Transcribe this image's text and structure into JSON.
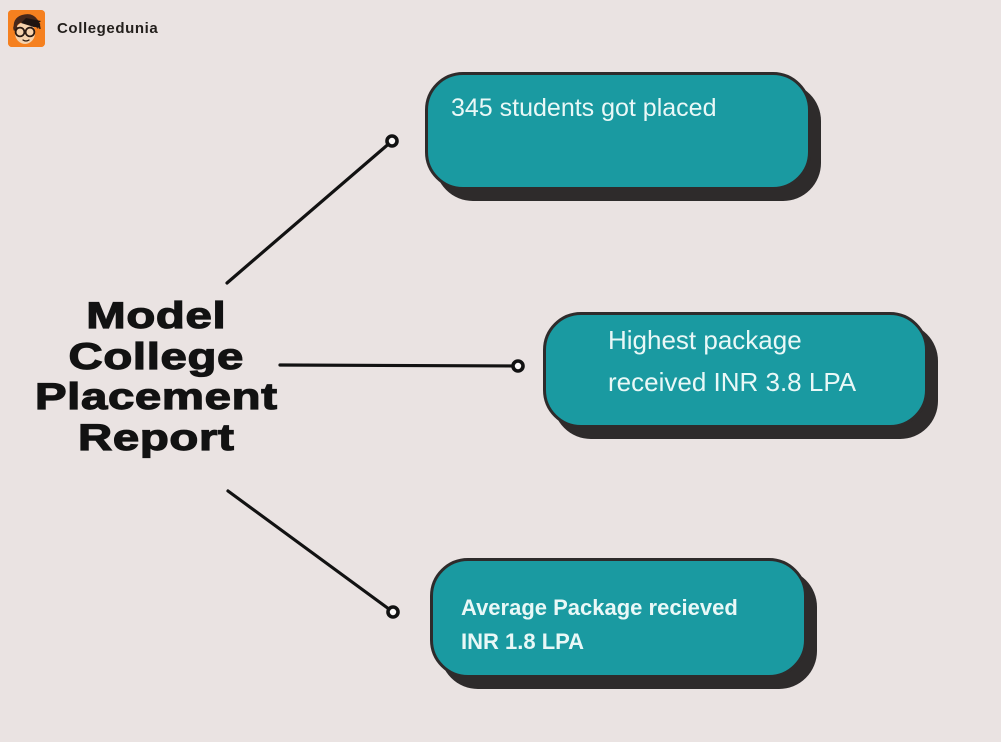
{
  "header": {
    "brand": "Collegedunia",
    "logo_icon": "collegedunia-mascot-icon"
  },
  "title": {
    "lines": [
      "Model",
      "College",
      "Placement",
      "Report"
    ]
  },
  "boxes": [
    {
      "id": "students-placed",
      "lines": [
        "345 students got placed",
        ""
      ]
    },
    {
      "id": "highest-package",
      "lines": [
        "Highest package",
        "received INR 3.8 LPA"
      ]
    },
    {
      "id": "average-package",
      "lines": [
        "Average Package recieved",
        "INR 1.8 LPA"
      ]
    }
  ],
  "colors": {
    "background": "#EAE3E2",
    "card_fill": "#1A9AA1",
    "card_shadow": "#2E2B2B",
    "ink": "#121212",
    "card_text": "#E9F8F7",
    "logo_orange": "#F5801F",
    "brand_text": "#231F1C",
    "connector_dot_fill": "#FBF9F8"
  }
}
